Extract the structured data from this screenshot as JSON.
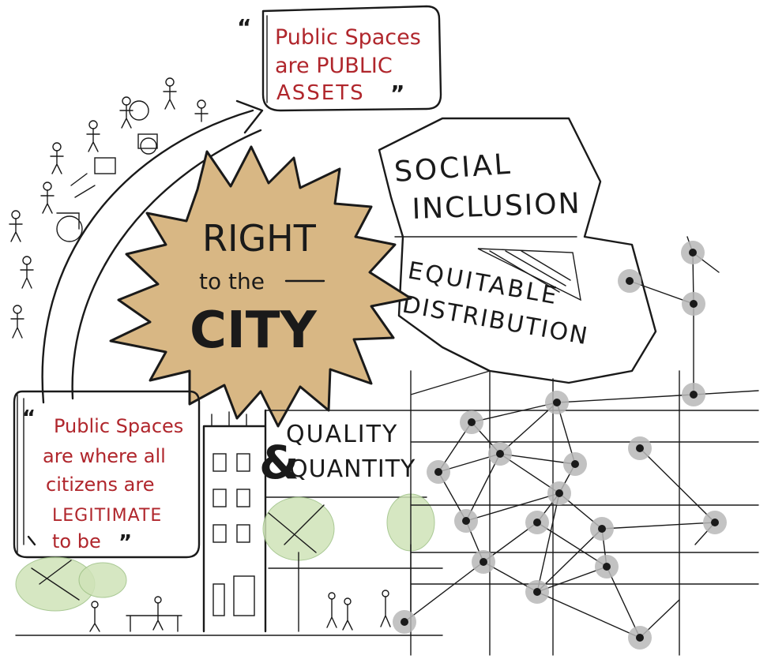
{
  "quote_top": {
    "open_mark": "“",
    "line1": "Public Spaces",
    "line2": "are PUBLIC",
    "line3": "ASSETS",
    "close_mark": "”"
  },
  "quote_bottom": {
    "open_mark": "“",
    "line1": "Public Spaces",
    "line2": "are where all",
    "line3": "citizens are",
    "line4": "LEGITIMATE",
    "line5": "to be",
    "close_mark": "”"
  },
  "center": {
    "line1": "RIGHT",
    "line2": "to the",
    "line3": "CITY"
  },
  "social": {
    "line1": "SOCIAL",
    "line2": "INCLUSION"
  },
  "equitable": {
    "line1": "EQUITABLE",
    "line2": "DISTRIBUTION"
  },
  "quality": {
    "ampersand": "&",
    "line1": "QUALITY",
    "line2": "QUANTITY"
  },
  "colors": {
    "burst": "#d8b784",
    "quote_red": "#b0262c",
    "ink": "#1a1a1a",
    "tree_green": "#cfe3b8",
    "node_halo": "#b8b8b8"
  },
  "icons": [
    "speech-bubble-icon",
    "starburst-icon",
    "people-icon",
    "wheelchair-icon",
    "network-icon",
    "building-icon",
    "tree-icon"
  ]
}
